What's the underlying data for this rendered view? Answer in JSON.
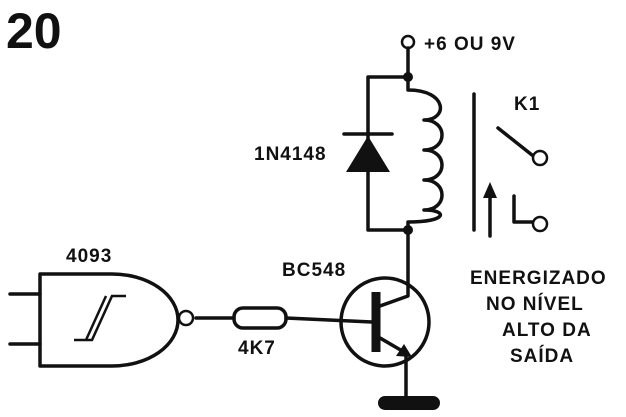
{
  "figure": {
    "number": "20"
  },
  "labels": {
    "supply": "+6 OU 9V",
    "relay": "K1",
    "diode": "1N4148",
    "gate": "4093",
    "transistor": "BC548",
    "resistor": "4K7",
    "note_line1": "ENERGIZADO",
    "note_line2": "NO NÍVEL",
    "note_line3": "ALTO DA",
    "note_line4": "SAÍDA"
  },
  "colors": {
    "ink": "#111111",
    "background": "#ffffff"
  }
}
